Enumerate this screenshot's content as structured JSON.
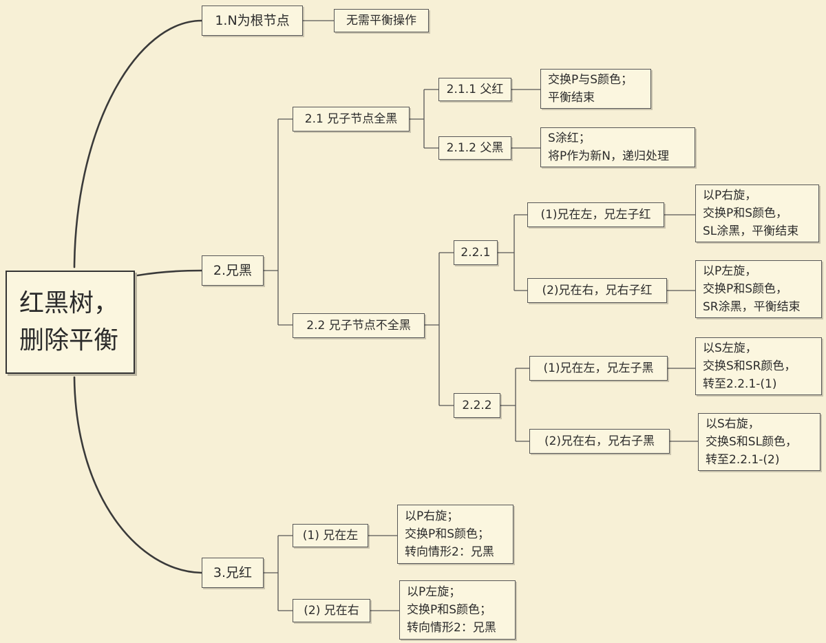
{
  "root": {
    "line1": "红黑树，",
    "line2": "删除平衡"
  },
  "case1": {
    "label": "1.N为根节点",
    "note": "无需平衡操作"
  },
  "case2": {
    "label": "2.兄黑",
    "c21": {
      "label": "2.1 兄子节点全黑",
      "a": {
        "label": "2.1.1 父红",
        "lines": [
          "交换P与S颜色；",
          "平衡结束"
        ]
      },
      "b": {
        "label": "2.1.2 父黑",
        "lines": [
          "S涂红；",
          "将P作为新N，递归处理"
        ]
      }
    },
    "c22": {
      "label": "2.2 兄子节点不全黑",
      "c221": {
        "label": "2.2.1",
        "a": {
          "label": "(1)兄在左，兄左子红",
          "lines": [
            "以P右旋，",
            "交换P和S颜色，",
            "SL涂黑，平衡结束"
          ]
        },
        "b": {
          "label": "(2)兄在右，兄右子红",
          "lines": [
            "以P左旋，",
            "交换P和S颜色，",
            "SR涂黑，平衡结束"
          ]
        }
      },
      "c222": {
        "label": "2.2.2",
        "a": {
          "label": "(1)兄在左，兄左子黑",
          "lines": [
            "以S左旋，",
            "交换S和SR颜色，",
            "转至2.2.1-(1)"
          ]
        },
        "b": {
          "label": "(2)兄在右，兄右子黑",
          "lines": [
            "以S右旋，",
            "交换S和SL颜色，",
            "转至2.2.1-(2)"
          ]
        }
      }
    }
  },
  "case3": {
    "label": "3.兄红",
    "a": {
      "label": "(1) 兄在左",
      "lines": [
        "以P右旋；",
        "交换P和S颜色；",
        "转向情形2：兄黑"
      ]
    },
    "b": {
      "label": "(2) 兄在右",
      "lines": [
        "以P左旋；",
        "交换P和S颜色；",
        "转向情形2：兄黑"
      ]
    }
  },
  "colors": {
    "background": "#f7f0d6",
    "node_fill": "#fbf6df",
    "line": "#3a3a3a"
  }
}
